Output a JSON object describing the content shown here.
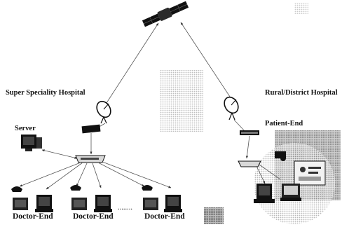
{
  "labels": {
    "super_hospital": "Super Speciality Hospital",
    "rural_hospital": "Rural/District Hospital",
    "server": "Server",
    "patient_end": "Patient-End",
    "doctor_end_1": "Doctor-End",
    "doctor_end_2": "Doctor-End",
    "doctor_end_3": "Doctor-End",
    "ellipsis": "........"
  },
  "colors": {
    "line": "#555555",
    "equipment": "#1a1a1a",
    "halftone": "#c9c9c9"
  },
  "icons": [
    "satellite-icon",
    "satellite-dish-icon",
    "modem-icon",
    "server-icon",
    "network-switch-icon",
    "telephone-icon",
    "computer-icon",
    "medical-equipment-icon"
  ]
}
